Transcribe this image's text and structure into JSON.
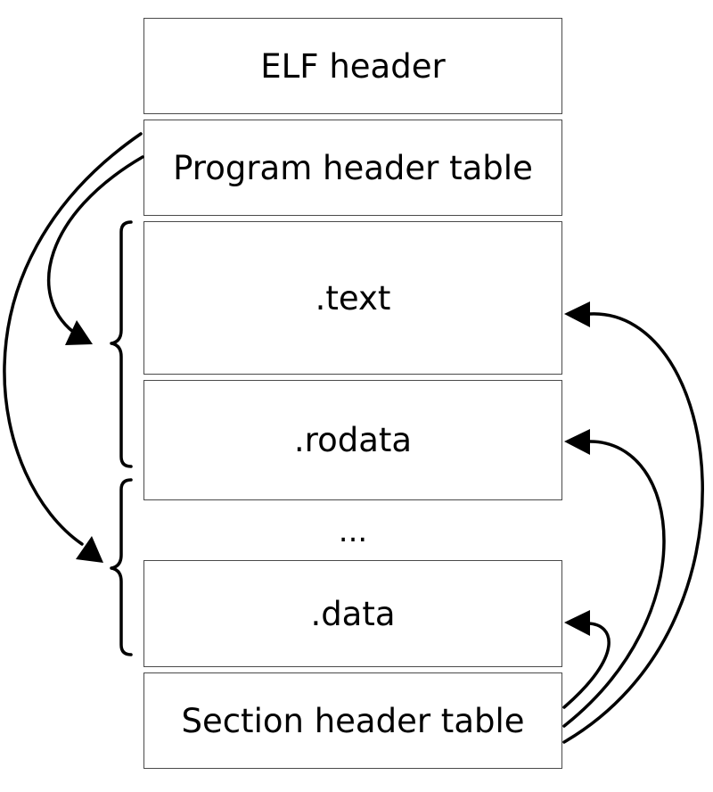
{
  "blocks": {
    "elf_header": "ELF header",
    "program_header_table": "Program header table",
    "text": ".text",
    "rodata": ".rodata",
    "ellipsis": "...",
    "data": ".data",
    "section_header_table": "Section header table"
  },
  "colors": {
    "stroke": "#000000",
    "box_border": "#4a4a4a",
    "background": "#ffffff"
  }
}
